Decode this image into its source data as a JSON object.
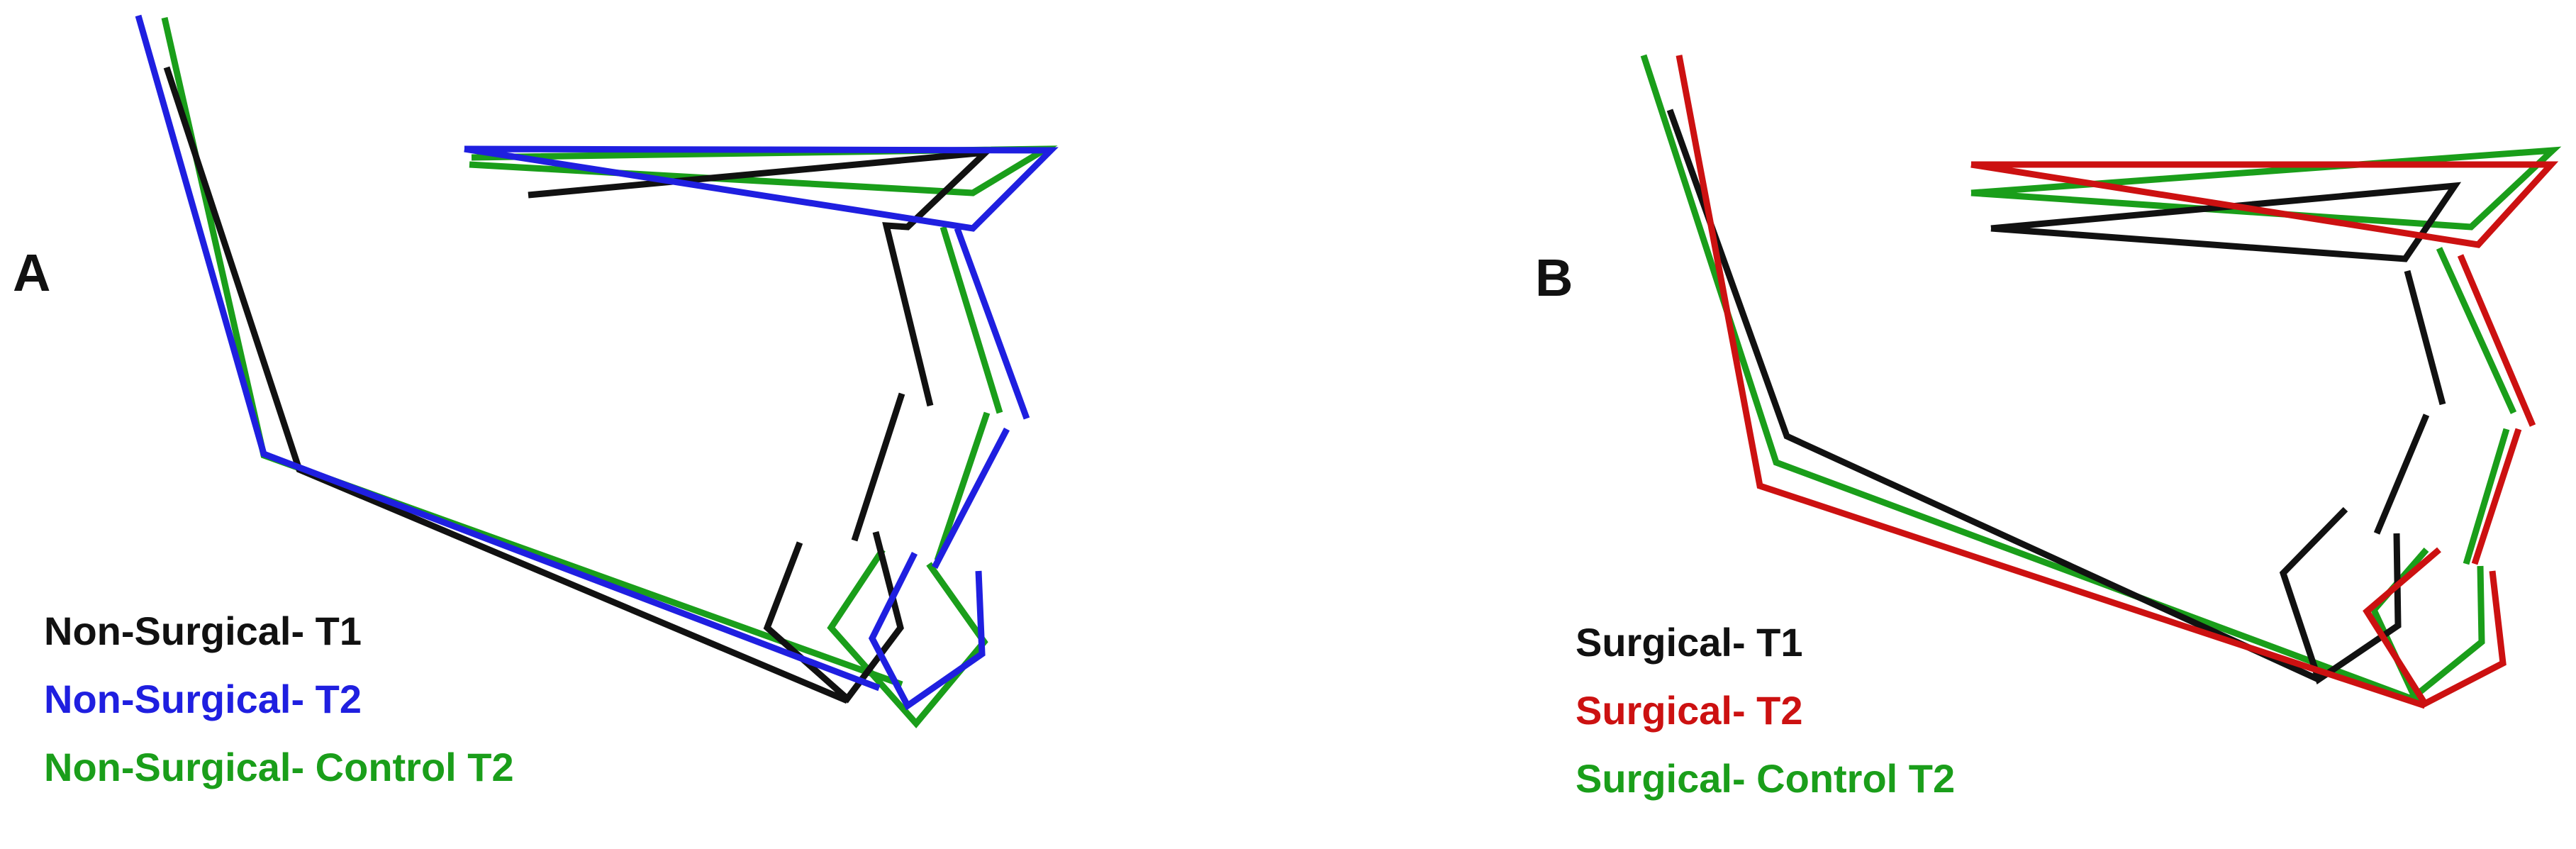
{
  "panels": [
    {
      "letter": "A",
      "legend": [
        {
          "label": "Non-Surgical- T1",
          "color": "#111111"
        },
        {
          "label": "Non-Surgical- T2",
          "color": "#1f1fe0"
        },
        {
          "label": "Non-Surgical- Control T2",
          "color": "#1a9e1a"
        }
      ]
    },
    {
      "letter": "B",
      "legend": [
        {
          "label": "Surgical- T1",
          "color": "#111111"
        },
        {
          "label": "Surgical- T2",
          "color": "#cc1111"
        },
        {
          "label": "Surgical- Control T2",
          "color": "#1a9e1a"
        }
      ]
    }
  ]
}
